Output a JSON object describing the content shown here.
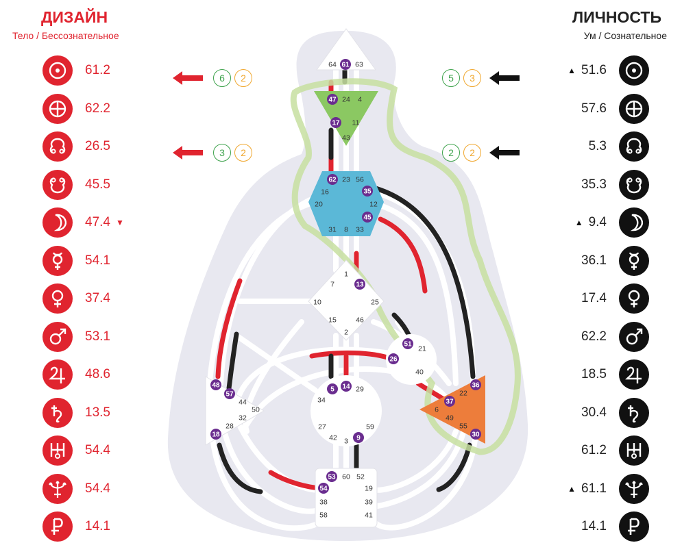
{
  "design": {
    "title": "ДИЗАЙН",
    "subtitle": "Тело / Бессознательное",
    "color": "#e0242f",
    "planets": [
      {
        "icon": "sun-icon",
        "value": "61.2",
        "indicator": ""
      },
      {
        "icon": "earth-icon",
        "value": "62.2",
        "indicator": ""
      },
      {
        "icon": "north-node-icon",
        "value": "26.5",
        "indicator": ""
      },
      {
        "icon": "south-node-icon",
        "value": "45.5",
        "indicator": ""
      },
      {
        "icon": "moon-icon",
        "value": "47.4",
        "indicator": "▼"
      },
      {
        "icon": "mercury-icon",
        "value": "54.1",
        "indicator": ""
      },
      {
        "icon": "venus-icon",
        "value": "37.4",
        "indicator": ""
      },
      {
        "icon": "mars-icon",
        "value": "53.1",
        "indicator": ""
      },
      {
        "icon": "jupiter-icon",
        "value": "48.6",
        "indicator": ""
      },
      {
        "icon": "saturn-icon",
        "value": "13.5",
        "indicator": ""
      },
      {
        "icon": "uranus-icon",
        "value": "54.4",
        "indicator": ""
      },
      {
        "icon": "neptune-icon",
        "value": "54.4",
        "indicator": ""
      },
      {
        "icon": "pluto-icon",
        "value": "14.1",
        "indicator": ""
      }
    ],
    "arrows": [
      {
        "green": "6",
        "orange": "2"
      },
      {
        "green": "3",
        "orange": "2"
      }
    ]
  },
  "personality": {
    "title": "ЛИЧНОСТЬ",
    "subtitle": "Ум / Сознательное",
    "color": "#111111",
    "planets": [
      {
        "icon": "sun-icon",
        "value": "51.6",
        "indicator": "▲"
      },
      {
        "icon": "earth-icon",
        "value": "57.6",
        "indicator": ""
      },
      {
        "icon": "north-node-icon",
        "value": "5.3",
        "indicator": ""
      },
      {
        "icon": "south-node-icon",
        "value": "35.3",
        "indicator": ""
      },
      {
        "icon": "moon-icon",
        "value": "9.4",
        "indicator": "▲"
      },
      {
        "icon": "mercury-icon",
        "value": "36.1",
        "indicator": ""
      },
      {
        "icon": "venus-icon",
        "value": "17.4",
        "indicator": ""
      },
      {
        "icon": "mars-icon",
        "value": "62.2",
        "indicator": ""
      },
      {
        "icon": "jupiter-icon",
        "value": "18.5",
        "indicator": ""
      },
      {
        "icon": "saturn-icon",
        "value": "30.4",
        "indicator": ""
      },
      {
        "icon": "uranus-icon",
        "value": "61.2",
        "indicator": ""
      },
      {
        "icon": "neptune-icon",
        "value": "61.1",
        "indicator": "▲"
      },
      {
        "icon": "pluto-icon",
        "value": "14.1",
        "indicator": ""
      }
    ],
    "arrows": [
      {
        "green": "5",
        "orange": "3"
      },
      {
        "green": "2",
        "orange": "2"
      }
    ]
  },
  "bodygraph": {
    "colors": {
      "head": "#ffffff",
      "ajna": "#8bc862",
      "throat": "#5bb8d7",
      "g": "#ffffff",
      "ego": "#ffffff",
      "spleen": "#ffffff",
      "sacral": "#ffffff",
      "solar_plexus": "#ed7d3b",
      "root": "#ffffff",
      "design_channel": "#e0242f",
      "personality_channel": "#222222",
      "activated_gate": "#6a2d8f",
      "aura_outline": "#c7dfa0"
    },
    "head": {
      "gates": [
        "64",
        "61",
        "63"
      ],
      "active": [
        "61"
      ]
    },
    "ajna": {
      "gates": [
        "47",
        "24",
        "4",
        "17",
        "11",
        "43"
      ],
      "active": [
        "47",
        "17"
      ]
    },
    "throat": {
      "gates": [
        "62",
        "23",
        "56",
        "16",
        "35",
        "20",
        "12",
        "45",
        "31",
        "8",
        "33"
      ],
      "active": [
        "62",
        "35",
        "45"
      ]
    },
    "g": {
      "gates": [
        "1",
        "7",
        "13",
        "10",
        "25",
        "15",
        "46",
        "2"
      ],
      "active": [
        "13"
      ]
    },
    "ego": {
      "gates": [
        "51",
        "21",
        "26",
        "40"
      ],
      "active": [
        "51",
        "26"
      ]
    },
    "spleen": {
      "gates": [
        "48",
        "57",
        "44",
        "50",
        "32",
        "28",
        "18"
      ],
      "active": [
        "48",
        "57",
        "18"
      ]
    },
    "sacral": {
      "gates": [
        "5",
        "14",
        "29",
        "34",
        "27",
        "59",
        "42",
        "3",
        "9"
      ],
      "active": [
        "5",
        "14",
        "9"
      ]
    },
    "solar_plexus": {
      "gates": [
        "36",
        "22",
        "37",
        "6",
        "49",
        "55",
        "30"
      ],
      "active": [
        "36",
        "37",
        "30"
      ]
    },
    "root": {
      "gates": [
        "53",
        "60",
        "52",
        "54",
        "19",
        "38",
        "39",
        "58",
        "41"
      ],
      "active": [
        "53",
        "54"
      ]
    }
  }
}
